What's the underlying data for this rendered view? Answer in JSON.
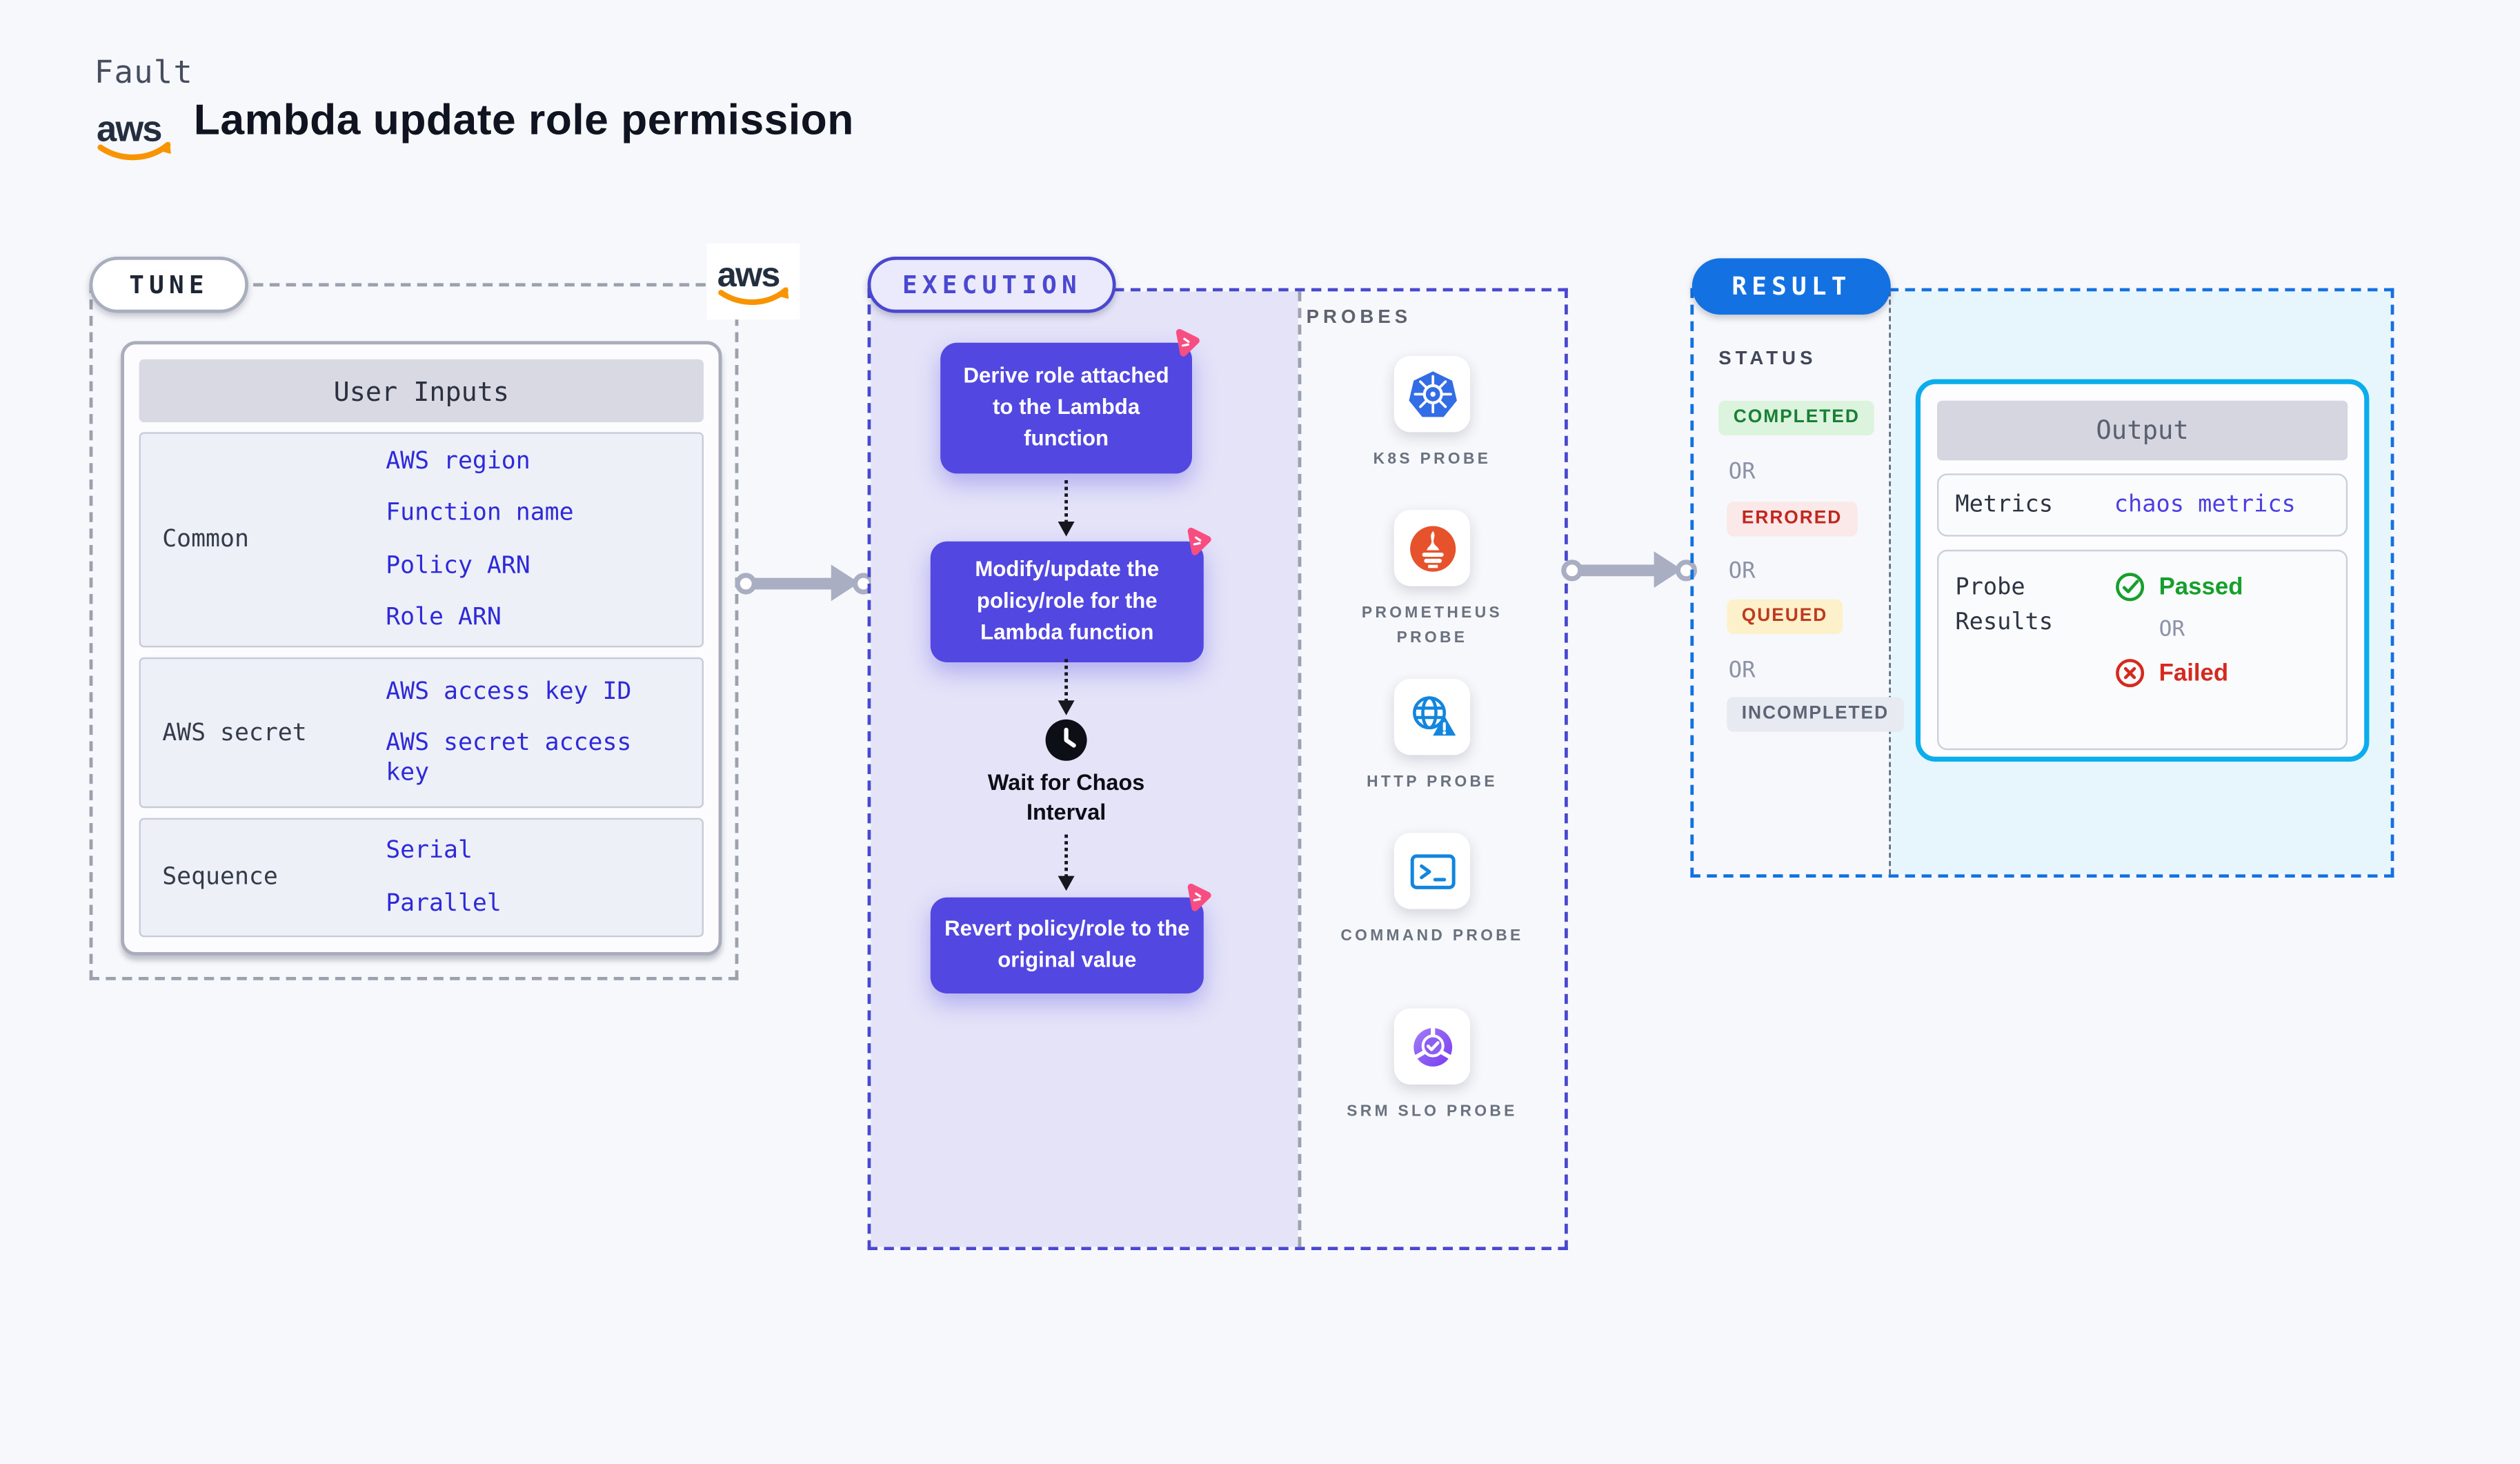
{
  "header": {
    "fault_label": "Fault",
    "title": "Lambda update role permission",
    "aws_logo_text": "aws"
  },
  "tune": {
    "pill_label": "TUNE",
    "user_inputs_title": "User Inputs",
    "rows": [
      {
        "label": "Common",
        "values": [
          "AWS region",
          "Function name",
          "Policy ARN",
          "Role ARN"
        ]
      },
      {
        "label": "AWS secret",
        "values": [
          "AWS access key ID",
          "AWS secret access key"
        ]
      },
      {
        "label": "Sequence",
        "values": [
          "Serial",
          "Parallel"
        ]
      }
    ]
  },
  "execution": {
    "pill_label": "EXECUTION",
    "steps": [
      "Derive role attached to the Lambda function",
      "Modify/update the policy/role for the Lambda function",
      "Revert policy/role to the original value"
    ],
    "wait_label": "Wait for Chaos Interval"
  },
  "probes": {
    "section_label": "PROBES",
    "items": [
      {
        "label": "K8S PROBE"
      },
      {
        "label": "PROMETHEUS PROBE"
      },
      {
        "label": "HTTP PROBE"
      },
      {
        "label": "COMMAND PROBE"
      },
      {
        "label": "SRM SLO PROBE"
      }
    ]
  },
  "result": {
    "pill_label": "RESULT",
    "status_label": "STATUS",
    "or_label": "OR",
    "statuses": [
      {
        "label": "COMPLETED"
      },
      {
        "label": "ERRORED"
      },
      {
        "label": "QUEUED"
      },
      {
        "label": "INCOMPLETED"
      }
    ],
    "output": {
      "title": "Output",
      "metrics_label": "Metrics",
      "metrics_value": "chaos metrics",
      "probe_results_label": "Probe Results",
      "passed_label": "Passed",
      "failed_label": "Failed"
    }
  },
  "colors": {
    "page_bg": "#f7f8fb",
    "link_blue": "#2f2ad9",
    "execution_accent": "#4a47d1",
    "step_purple": "#5347e2",
    "lavender_bg": "#e4e3f8",
    "result_blue": "#1371e2",
    "result_bg": "#e7f5fd",
    "output_border": "#0badec",
    "completed_green": "#197f35",
    "errored_red": "#c2271e",
    "queued_amber_bg": "#fdf1cb",
    "passed_green": "#169f2d",
    "failed_red": "#d42a1f",
    "aws_orange": "#f79400",
    "chaos_pink": "#f74d80",
    "k8s_blue": "#326de6",
    "prometheus_orange": "#e6522c",
    "probe_blue": "#1285de",
    "srm_purple": "#7a3bf0"
  }
}
